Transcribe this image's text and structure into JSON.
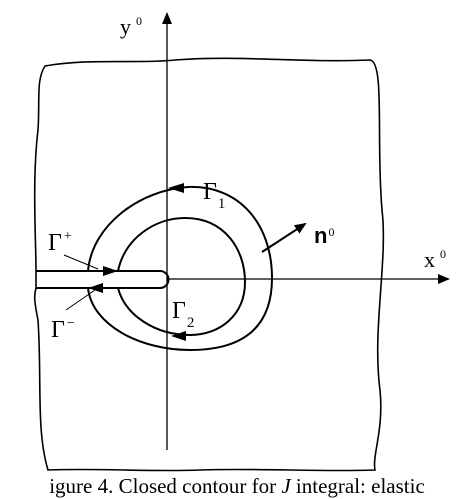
{
  "diagram": {
    "labels": {
      "y_axis": "y",
      "y_sup": "0",
      "x_axis": "x",
      "x_sup": "0",
      "normal": "n",
      "normal_sup": "0",
      "gamma1": "Γ",
      "gamma1_sub": "1",
      "gamma2": "Γ",
      "gamma2_sub": "2",
      "gamma_plus": "Γ",
      "gamma_plus_sup": "+",
      "gamma_minus": "Γ",
      "gamma_minus_sup": "−"
    }
  },
  "caption": {
    "prefix": "igure 4. Closed contour for ",
    "italic": "J",
    "suffix": " integral: elastic"
  }
}
